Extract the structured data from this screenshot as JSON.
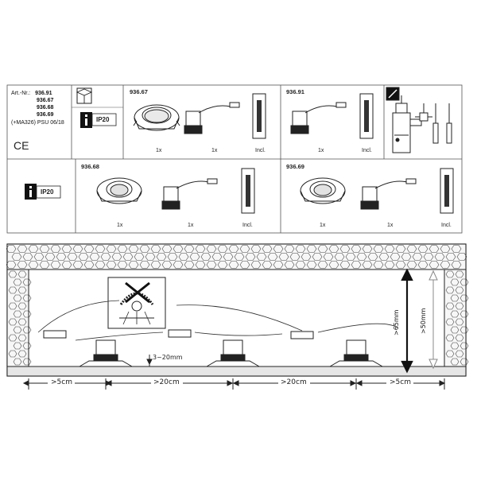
{
  "article": {
    "label": "Art.-Nr.:",
    "numbers": [
      "936.91",
      "936.67",
      "936.68",
      "936.69"
    ],
    "note": "(+MA326) PSU 06/18",
    "ce_mark": "CE"
  },
  "ip_rating": {
    "top": "IP20",
    "bottom": "IP20"
  },
  "packages": [
    {
      "id": "936.67",
      "qty": [
        "1x",
        "1x",
        "Incl."
      ]
    },
    {
      "id": "936.91",
      "qty": [
        "1x",
        "Incl."
      ]
    },
    {
      "id": "936.68",
      "qty": [
        "1x",
        "1x",
        "Incl."
      ]
    },
    {
      "id": "936.69",
      "qty": [
        "1x",
        "1x",
        "Incl."
      ]
    }
  ],
  "install": {
    "gap_label": "3~20mm",
    "spacing": [
      ">5cm",
      ">20cm",
      ">20cm",
      ">5cm"
    ],
    "depth_min": ">65mm",
    "depth_alt": ">50mm"
  },
  "icons": [
    "package-box-icon",
    "info-icon",
    "tools-icon",
    "no-insulation-icon"
  ]
}
